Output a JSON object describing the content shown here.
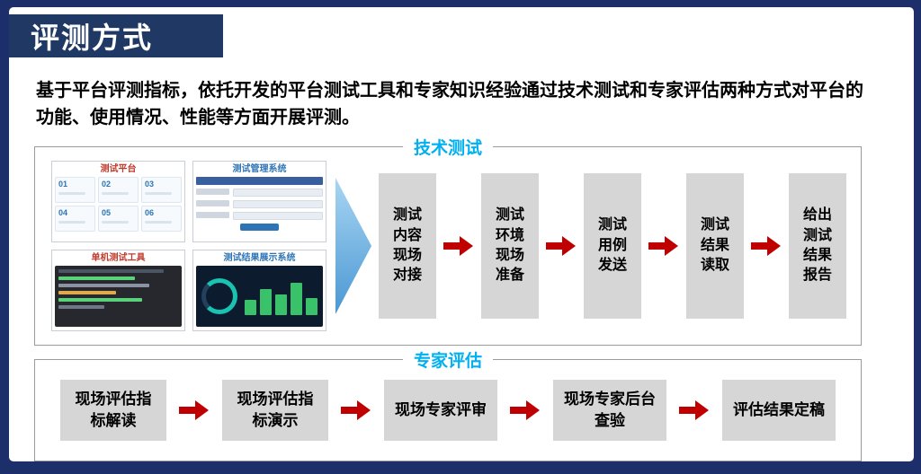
{
  "colors": {
    "frame": "#1c2f6b",
    "banner": "#1f3864",
    "section_label": "#00b0f0",
    "step_box": "#d6d6d6",
    "arrow_red": "#c00000",
    "big_arrow": "#4a97d4"
  },
  "title": "评测方式",
  "intro": "基于平台评测指标，依托开发的平台测试工具和专家知识经验通过技术测试和专家评估两种方式对平台的功能、使用情况、性能等方面开展评测。",
  "tech_section": {
    "label": "技术测试",
    "screenshots": [
      {
        "title": "测试平台",
        "cards": [
          "01",
          "02",
          "03",
          "04",
          "05",
          "06"
        ]
      },
      {
        "title": "测试管理系统"
      },
      {
        "title": "单机测试工具"
      },
      {
        "title": "测试结果展示系统"
      }
    ],
    "steps": [
      "测试\n内容\n现场\n对接",
      "测试\n环境\n现场\n准备",
      "测试\n用例\n发送",
      "测试\n结果\n读取",
      "给出\n测试\n结果\n报告"
    ]
  },
  "expert_section": {
    "label": "专家评估",
    "steps": [
      "现场评估指\n标解读",
      "现场评估指\n标演示",
      "现场专家评审",
      "现场专家后台\n查验",
      "评估结果定稿"
    ]
  }
}
